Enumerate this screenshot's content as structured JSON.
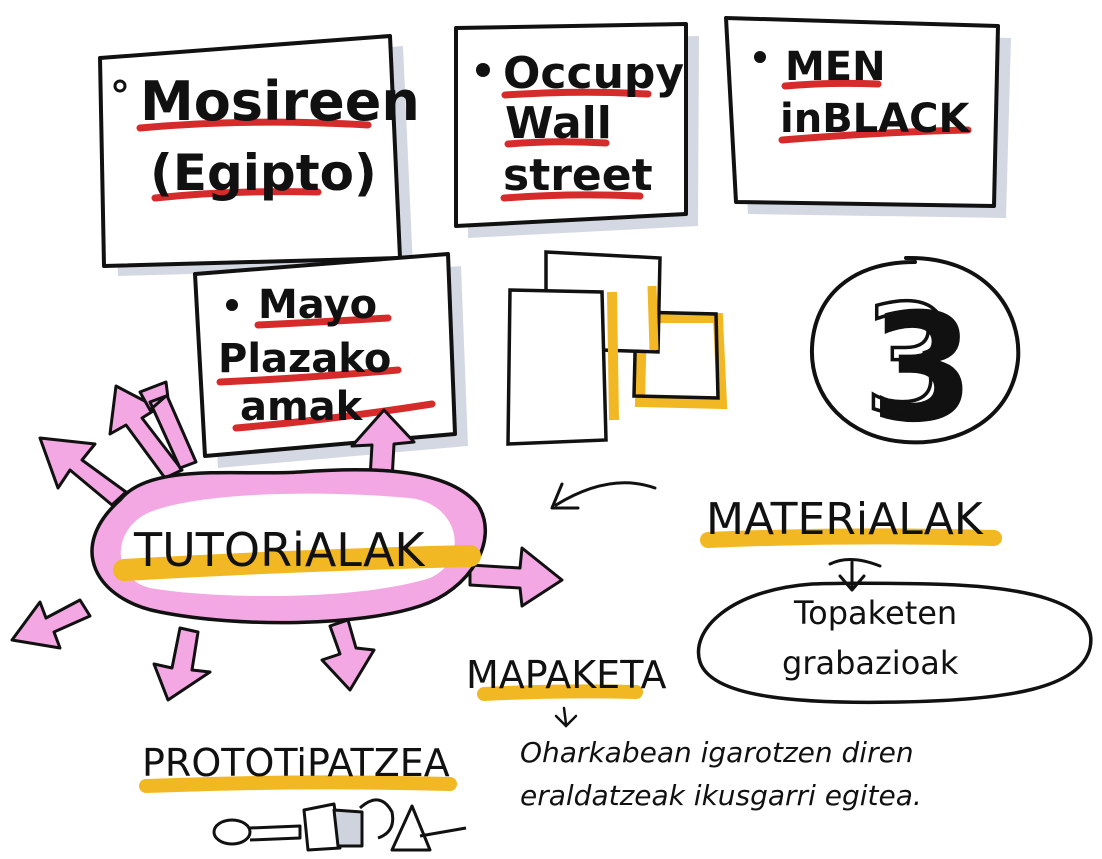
{
  "cards": {
    "mosireen": {
      "line1": "Mosireen",
      "line2": "(Egipto)"
    },
    "occupy": {
      "line1": "Occupy",
      "line2": "Wall",
      "line3": "street"
    },
    "meninblack": {
      "line1": "MEN",
      "line2": "inBLACK"
    },
    "mayo": {
      "line1": "Mayo",
      "line2": "Plazako",
      "line3": "amak"
    }
  },
  "number": "3",
  "tutorialak": {
    "label": "TUTORiALAK"
  },
  "materialak": {
    "label": "MATERiALAK",
    "sub_line1": "Topaketen",
    "sub_line2": "grabazioak"
  },
  "mapaketa": {
    "label": "MAPAKETA",
    "desc_line1": "Oharkabean igarotzen diren",
    "desc_line2": "eraldatzeak ikusgarri egitea."
  },
  "prototipatzea": {
    "label": "PROTOTiPATZEA"
  },
  "colors": {
    "ink": "#111111",
    "underline_red": "#d62b2b",
    "highlight_yellow": "#f2b824",
    "pink": "#f3a8e3",
    "shadow_grey": "#cfd3de"
  }
}
